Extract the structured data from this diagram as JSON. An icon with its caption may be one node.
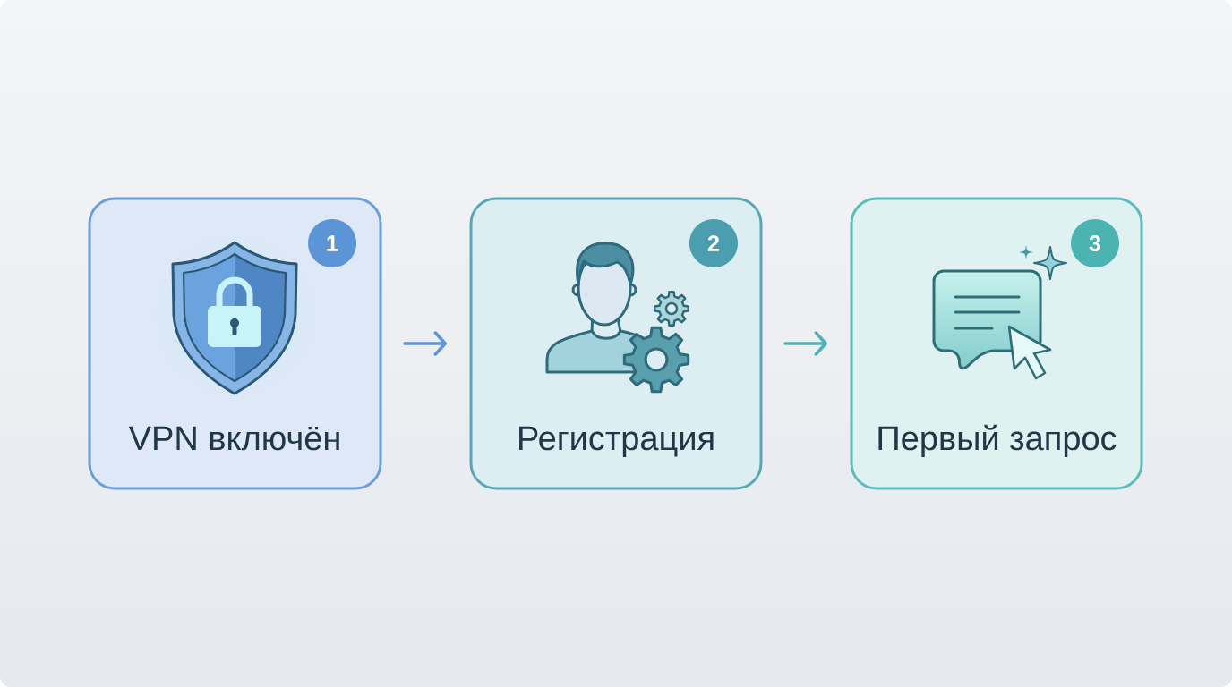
{
  "diagram": {
    "nodes": [
      {
        "text": [
          "VPN включён"
        ]
      },
      {
        "text": [
          "1"
        ],
        "in": 0
      },
      {
        "text": [
          "Регистрация"
        ]
      },
      {
        "text": [
          "2"
        ],
        "in": 2
      },
      {
        "text": [
          "Первый запрос"
        ]
      },
      {
        "text": [
          "3"
        ],
        "in": 4
      }
    ],
    "edges": [
      {
        "from": 0,
        "to": 2,
        "arrow": "to",
        "color": "#5b95dc"
      },
      {
        "from": 2,
        "to": 4,
        "arrow": "to",
        "color": "#4fb0b5"
      }
    ]
  }
}
